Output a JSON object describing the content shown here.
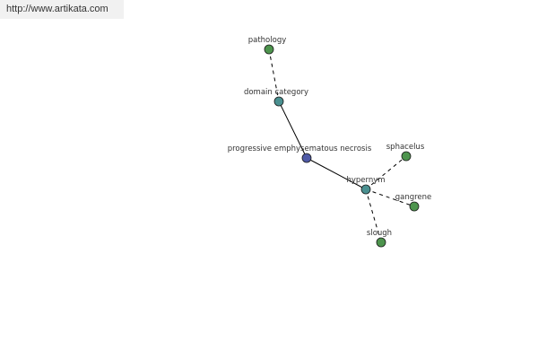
{
  "watermark": "http://www.artikata.com",
  "colors": {
    "center": "#4f5aa6",
    "relation": "#4a9090",
    "leaf": "#4d944d",
    "edge": "#000000"
  },
  "nodes": [
    {
      "id": "pathology",
      "label": "pathology",
      "kind": "leaf"
    },
    {
      "id": "domain-category",
      "label": "domain category",
      "kind": "relation"
    },
    {
      "id": "center",
      "label": "progressive emphysematous necrosis",
      "kind": "center"
    },
    {
      "id": "hypernym",
      "label": "hypernym",
      "kind": "relation"
    },
    {
      "id": "sphacelus",
      "label": "sphacelus",
      "kind": "leaf"
    },
    {
      "id": "gangrene",
      "label": "gangrene",
      "kind": "leaf"
    },
    {
      "id": "slough",
      "label": "slough",
      "kind": "leaf"
    }
  ],
  "edges": [
    {
      "from": "pathology",
      "to": "domain-category",
      "style": "dashed"
    },
    {
      "from": "domain-category",
      "to": "center",
      "style": "solid"
    },
    {
      "from": "center",
      "to": "hypernym",
      "style": "solid"
    },
    {
      "from": "hypernym",
      "to": "sphacelus",
      "style": "dashed"
    },
    {
      "from": "hypernym",
      "to": "gangrene",
      "style": "dashed"
    },
    {
      "from": "hypernym",
      "to": "slough",
      "style": "dashed"
    }
  ]
}
